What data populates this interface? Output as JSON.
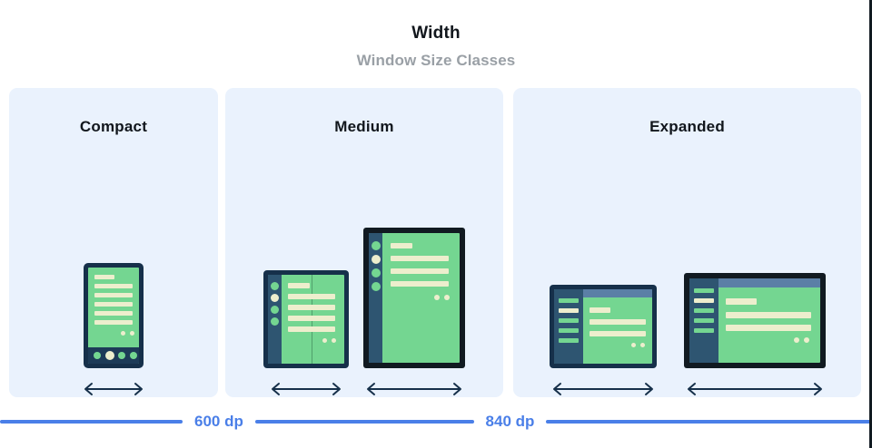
{
  "header": {
    "title": "Width",
    "subtitle": "Window Size Classes"
  },
  "panels": [
    {
      "id": "compact",
      "title": "Compact",
      "arrow_icon": "double-headed-arrow-icon",
      "device_count": 1
    },
    {
      "id": "medium",
      "title": "Medium",
      "arrow_icon": "double-headed-arrow-icon",
      "device_count": 2
    },
    {
      "id": "expanded",
      "title": "Expanded",
      "arrow_icon": "double-headed-arrow-icon",
      "device_count": 2
    }
  ],
  "devices": {
    "compact_phone": {
      "name": "phone-portrait",
      "nav_dots": 4,
      "active_nav_dot": 2,
      "content_lines": 6,
      "corner_dots": 2
    },
    "medium_foldable": {
      "name": "foldable-unfolded",
      "rail_dots": 4,
      "active_rail_dot": 2,
      "content_lines": 5,
      "corner_dots": 2,
      "fold_seam": true
    },
    "medium_tablet": {
      "name": "tablet-portrait",
      "rail_dots": 4,
      "active_rail_dot": 2,
      "content_lines": 4,
      "corner_dots": 2
    },
    "expanded_small": {
      "name": "tablet-landscape-small",
      "rail_bars": 5,
      "active_rail_bar": 2,
      "content_lines": 3,
      "corner_dots": 2,
      "top_bar": true
    },
    "expanded_large": {
      "name": "desktop-landscape-large",
      "rail_bars": 5,
      "active_rail_bar": 2,
      "content_lines": 3,
      "corner_dots": 2,
      "top_bar": true
    }
  },
  "scale": {
    "breakpoints": [
      {
        "label": "600 dp"
      },
      {
        "label": "840 dp"
      }
    ]
  },
  "colors": {
    "panel_bg": "#eaf2fd",
    "device_frame": "#16304a",
    "device_frame_dark": "#111a21",
    "screen_green": "#74d691",
    "content_cream": "#edeecd",
    "rail_navy": "#2e5571",
    "topbar_blue": "#5b7fa6",
    "accent_blue": "#4a7fe8",
    "title_black": "#11161c",
    "subtitle_gray": "#9aa0a6"
  }
}
